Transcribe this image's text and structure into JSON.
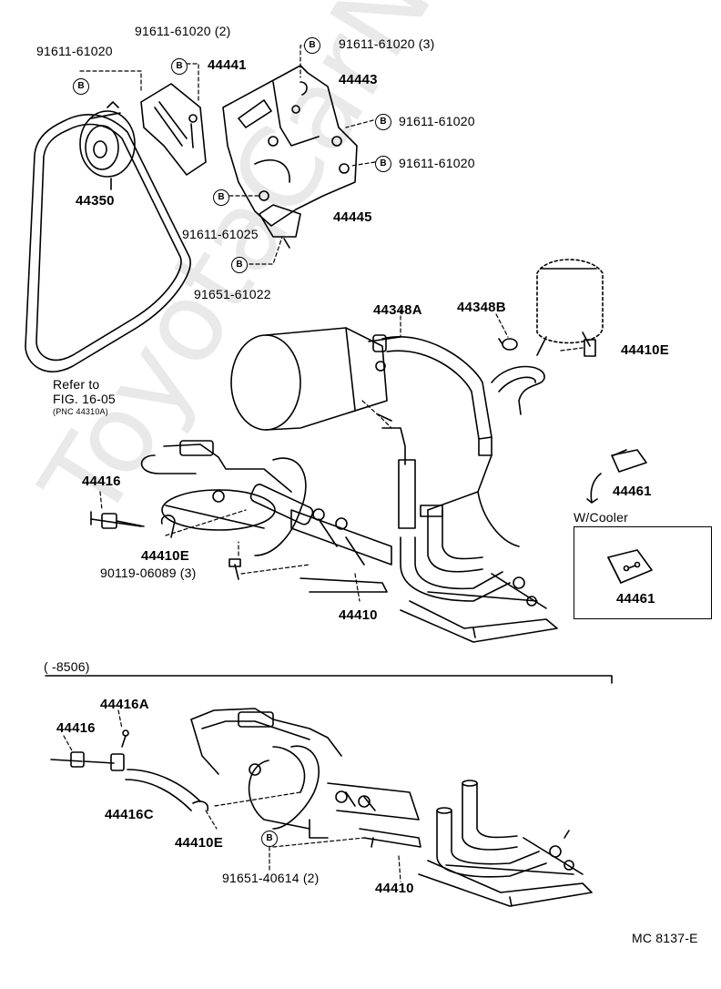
{
  "watermark": "ToyotaCarNine.ru",
  "parts_top": {
    "p91611_61020_a": "91611-61020",
    "p91611_61020_2": "91611-61020 (2)",
    "p44441": "44441",
    "p91611_61020_3": "91611-61020 (3)",
    "p44443": "44443",
    "p91611_61020_b": "91611-61020",
    "p91611_61020_c": "91611-61020",
    "p44350": "44350",
    "p44445": "44445",
    "p91611_61025": "91611-61025",
    "p91651_61022": "91651-61022",
    "p44348A": "44348A",
    "p44348B": "44348B",
    "p44410E_r": "44410E",
    "refer_to": "Refer to",
    "fig": "FIG. 16-05",
    "pnc": "(PNC 44310A)",
    "p44416": "44416",
    "p44410E": "44410E",
    "p90119": "90119-06089 (3)",
    "p44410": "44410",
    "p44461_a": "44461",
    "w_cooler": "W/Cooler",
    "p44461_b": "44461"
  },
  "parts_bottom": {
    "range": "(        -8506)",
    "p44416A": "44416A",
    "p44416": "44416",
    "p44416C": "44416C",
    "p44410E": "44410E",
    "p91651_40614": "91651-40614 (2)",
    "p44410": "44410"
  },
  "bolt_glyph": "B",
  "code": "MC 8137-E"
}
